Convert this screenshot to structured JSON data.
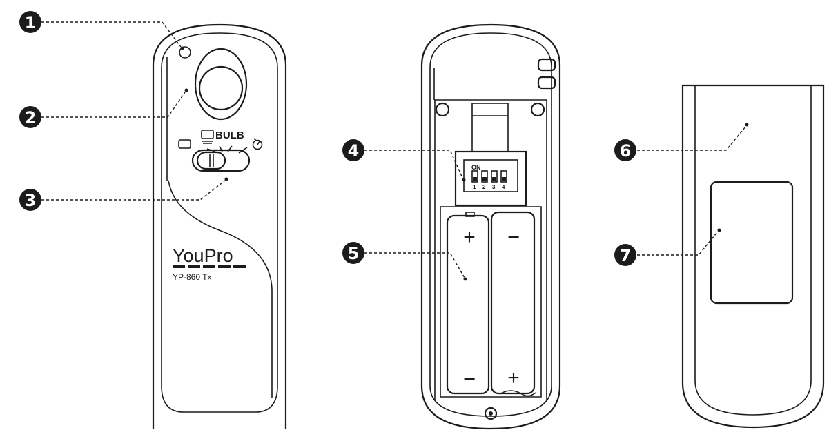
{
  "callouts": [
    "1",
    "2",
    "3",
    "4",
    "5",
    "6",
    "7"
  ],
  "remote_front": {
    "brand": "YouPro",
    "model": "YP-860 Tx",
    "mode_label": "BULB",
    "icons": [
      "single-shot-icon",
      "continuous-shot-icon",
      "self-timer-icon"
    ]
  },
  "battery_compartment": {
    "dip_switch": {
      "on_label": "ON",
      "numbers": [
        "1",
        "2",
        "3",
        "4"
      ]
    },
    "battery_left": {
      "top_sign": "+",
      "bottom_sign": "−"
    },
    "battery_right": {
      "top_sign": "−",
      "bottom_sign": "+"
    }
  },
  "colors": {
    "line": "#1c1c1c",
    "background": "#ffffff"
  }
}
